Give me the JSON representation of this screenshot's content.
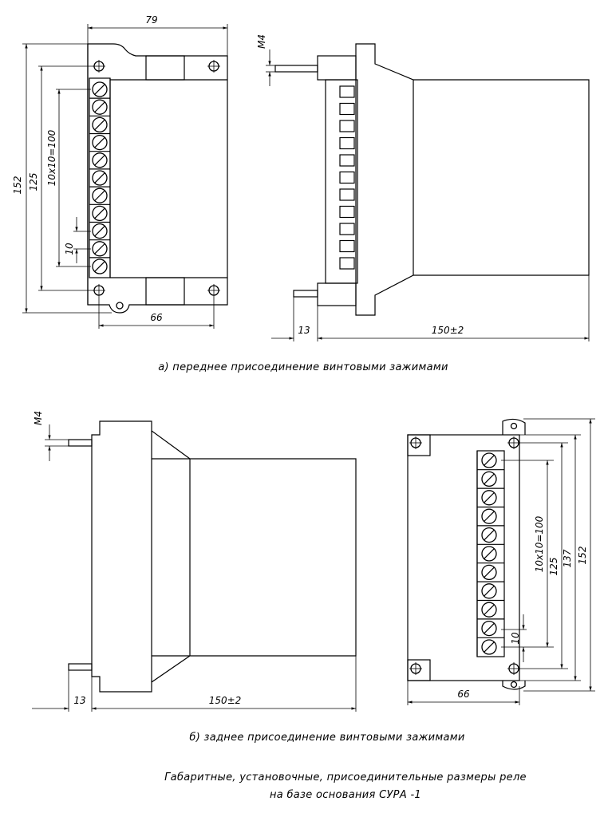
{
  "dims": {
    "top_left": {
      "width": "79",
      "height_total": "152",
      "height_mount": "125",
      "pitch_total": "10x10=100",
      "pitch": "10",
      "mount_width": "66"
    },
    "top_right": {
      "thread": "M4",
      "stud": "13",
      "depth": "150±2"
    },
    "bottom_left": {
      "thread": "M4",
      "stud": "13",
      "depth": "150±2"
    },
    "bottom_right": {
      "pitch_total": "10x10=100",
      "mount": "125",
      "mid": "137",
      "height_total": "152",
      "pitch": "10",
      "width": "66"
    }
  },
  "captions": {
    "a": "а) переднее присоединение винтовыми зажимами",
    "b": "б) заднее присоединение винтовыми зажимами",
    "title_line1": "Габаритные, установочные, присоединительные размеры реле",
    "title_line2": "на базе основания СУРА -1"
  }
}
